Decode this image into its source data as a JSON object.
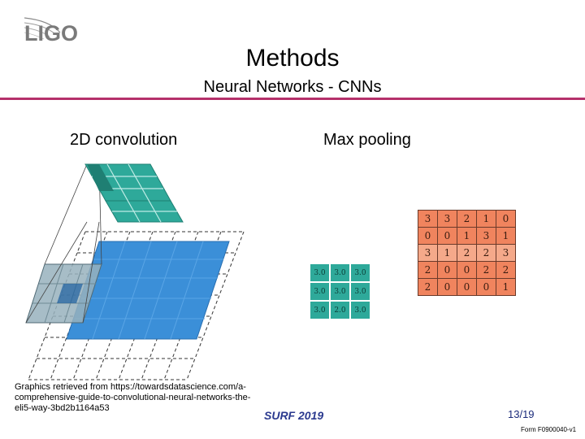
{
  "logo": {
    "text": "LIGO"
  },
  "header": {
    "title": "Methods",
    "subtitle": "Neural Networks - CNNs",
    "rule_color": "#b5306a"
  },
  "sections": {
    "left_label": "2D convolution",
    "right_label": "Max pooling"
  },
  "pooling_output": {
    "rows": [
      [
        "3.0",
        "3.0",
        "3.0"
      ],
      [
        "3.0",
        "3.0",
        "3.0"
      ],
      [
        "3.0",
        "2.0",
        "3.0"
      ]
    ]
  },
  "pooling_input": {
    "rows": [
      [
        "3",
        "3",
        "2",
        "1",
        "0"
      ],
      [
        "0",
        "0",
        "1",
        "3",
        "1"
      ],
      [
        "3",
        "1",
        "2",
        "2",
        "3"
      ],
      [
        "2",
        "0",
        "0",
        "2",
        "2"
      ],
      [
        "2",
        "0",
        "0",
        "0",
        "1"
      ]
    ]
  },
  "caption": "Graphics retrieved from https://towardsdatascience.com/a-comprehensive-guide-to-convolutional-neural-networks-the-eli5-way-3bd2b1164a53",
  "footer": {
    "program": "SURF 2019",
    "page": "13/19",
    "form": "Form F0900040-v1"
  },
  "colors": {
    "teal": "#2ea99a",
    "teal_dark": "#1f7f73",
    "blue": "#3b8fd8",
    "grey": "#98b1bd",
    "orange": "#f0845e",
    "orange_light": "#f5a98a"
  }
}
